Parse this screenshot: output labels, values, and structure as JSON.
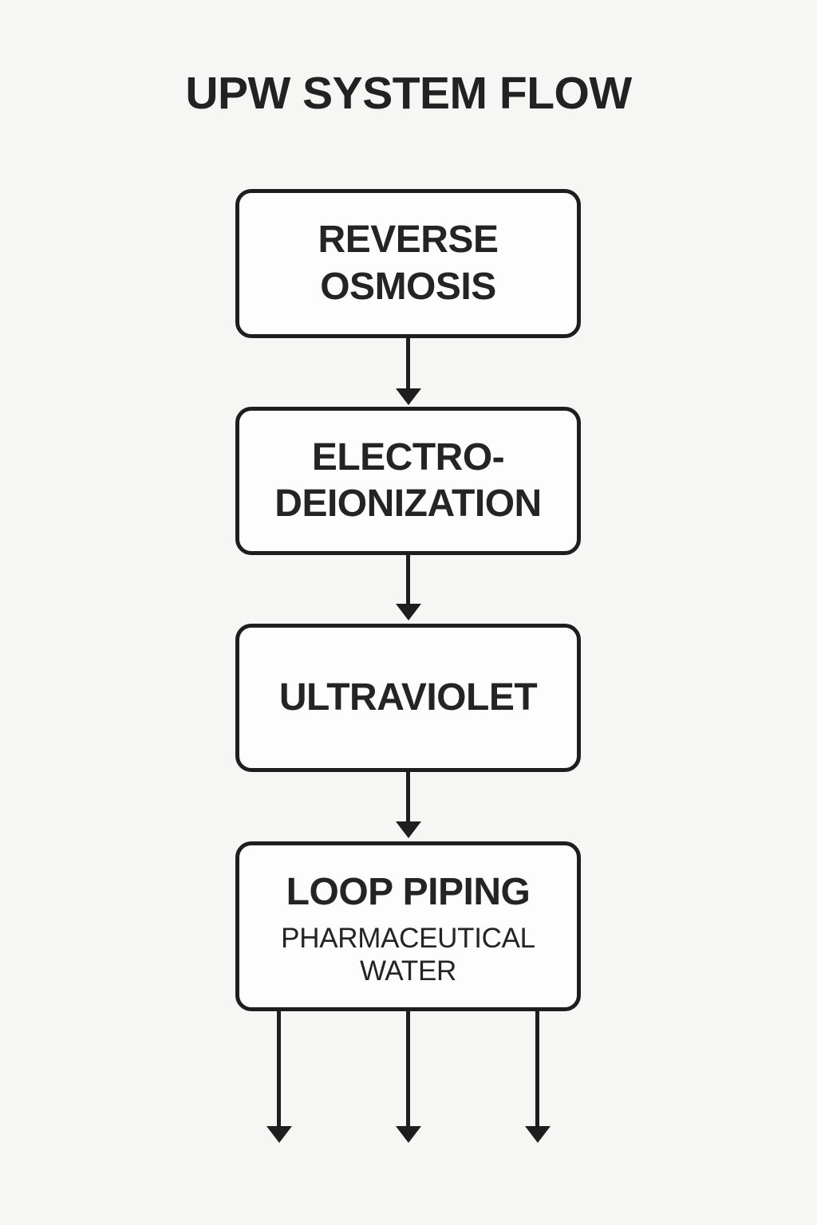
{
  "title": "UPW SYSTEM FLOW",
  "nodes": [
    {
      "name": "reverse-osmosis",
      "line1": "REVERSE",
      "line2": "OSMOSIS"
    },
    {
      "name": "electro-deionization",
      "line1": "ELECTRO-",
      "line2": "DEIONIZATION"
    },
    {
      "name": "ultraviolet",
      "line1": "ULTRAVIOLET"
    },
    {
      "name": "loop-piping",
      "title": "LOOP PIPING",
      "subtitle_line1": "PHARMACEUTICAL",
      "subtitle_line2": "WATER"
    }
  ],
  "connectors": {
    "between_nodes": 3,
    "output_arrows": 3,
    "direction": "down"
  },
  "colors": {
    "background": "#f6f6f4",
    "node_fill": "#fdfdfd",
    "stroke": "#1e1e1e",
    "text": "#242424",
    "title_text": "#222222"
  }
}
